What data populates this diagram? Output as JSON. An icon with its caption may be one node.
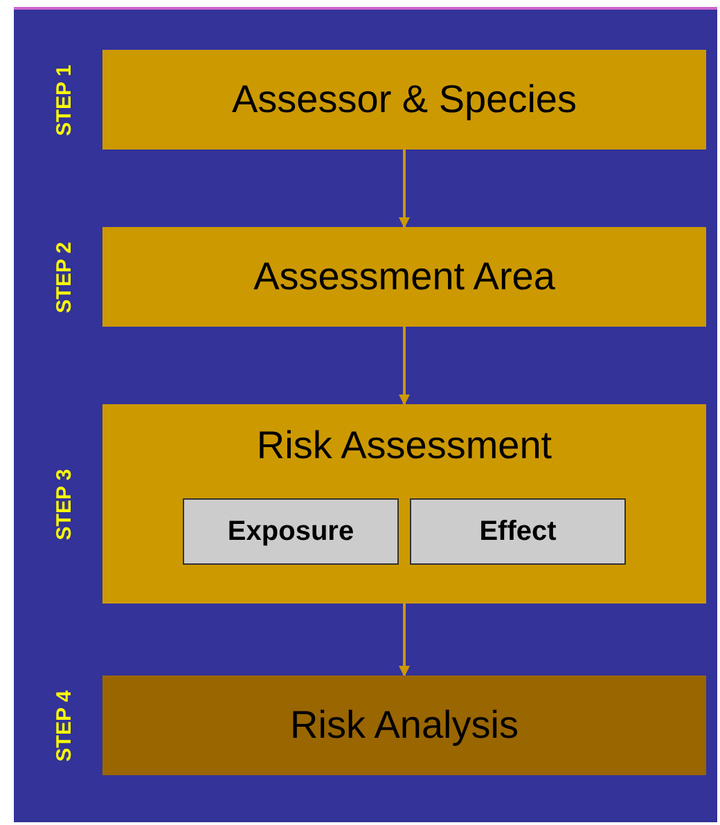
{
  "diagram": {
    "nodes": [
      {
        "text": [
          "Assessor & Species"
        ]
      },
      {
        "text": [
          "Assessment Area"
        ]
      },
      {
        "text": [
          "Risk Assessment"
        ]
      },
      {
        "text": [
          "Exposure"
        ],
        "in": 2
      },
      {
        "text": [
          "Effect"
        ],
        "in": 2
      },
      {
        "text": [
          "Risk Analysis"
        ]
      }
    ],
    "edges": [
      {
        "from": 0,
        "to": 1,
        "arrow": "to"
      },
      {
        "from": 1,
        "to": 2,
        "arrow": "to"
      },
      {
        "from": 2,
        "to": 5,
        "arrow": "to"
      }
    ],
    "labels": [
      "STEP 1",
      "STEP 2",
      "STEP 3",
      "STEP 4"
    ]
  }
}
